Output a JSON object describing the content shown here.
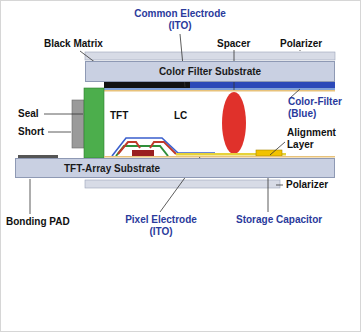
{
  "diagram": {
    "nodes": [
      {
        "text": [
          "Color Filter Substrate"
        ]
      },
      {
        "text": [
          "TFT-Array Substrate"
        ]
      }
    ],
    "labels": [
      "Common Electrode (ITO)",
      "Black Matrix",
      "Spacer",
      "Polarizer",
      "Seal",
      "Short",
      "Color-Filter (Blue)",
      "TFT",
      "LC",
      "Alignment Layer",
      "Polarizer",
      "Bonding PAD",
      "Pixel Electrode (ITO)",
      "Storage Capacitor"
    ]
  }
}
